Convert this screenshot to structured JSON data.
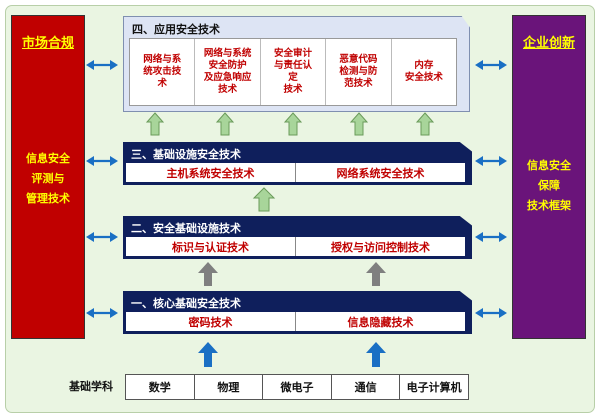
{
  "left_panel": {
    "title": "市场合规",
    "body": [
      "信息安全",
      "评测与",
      "管理技术"
    ]
  },
  "right_panel": {
    "title": "企业创新",
    "body": [
      "信息安全",
      "保障",
      "技术框架"
    ]
  },
  "app_security": {
    "title": "四、应用安全技术",
    "cells": [
      [
        "网络与系",
        "统攻击技",
        "术"
      ],
      [
        "网络与系统",
        "安全防护",
        "及应急响应",
        "技术"
      ],
      [
        "安全审计",
        "与责任认",
        "定",
        "技术"
      ],
      [
        "恶意代码",
        "检测与防",
        "范技术"
      ],
      [
        "内存",
        "安全技术"
      ]
    ]
  },
  "layers": [
    {
      "title": "三、基础设施安全技术",
      "cells": [
        "主机系统安全技术",
        "网络系统安全技术"
      ]
    },
    {
      "title": "二、安全基础设施技术",
      "cells": [
        "标识与认证技术",
        "授权与访问控制技术"
      ]
    },
    {
      "title": "一、核心基础安全技术",
      "cells": [
        "密码技术",
        "信息隐藏技术"
      ]
    }
  ],
  "basic": {
    "label": "基础学科",
    "subjects": [
      "数学",
      "物理",
      "微电子",
      "通信",
      "电子计算机"
    ]
  },
  "colors": {
    "left_panel": "#c00000",
    "right_panel": "#6a147a",
    "panel_text": "#ffff00",
    "layer_bg": "#0f1f5c",
    "cell_text": "#c00000",
    "bidirectional_arrow": "#1a6fc4",
    "up_arrow_blue": "#1a6fc4",
    "up_arrow_green": "#a8d59a",
    "up_arrow_grey": "#7f7f7f"
  }
}
